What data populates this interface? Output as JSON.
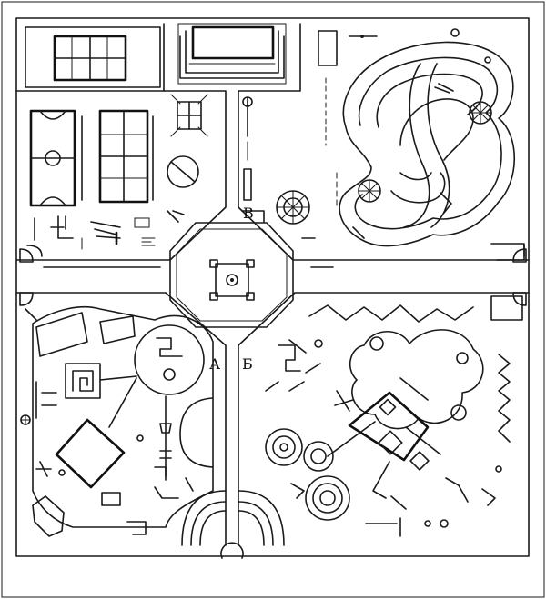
{
  "zone_labels": {
    "a": "А",
    "b": "Б",
    "v": "В"
  }
}
